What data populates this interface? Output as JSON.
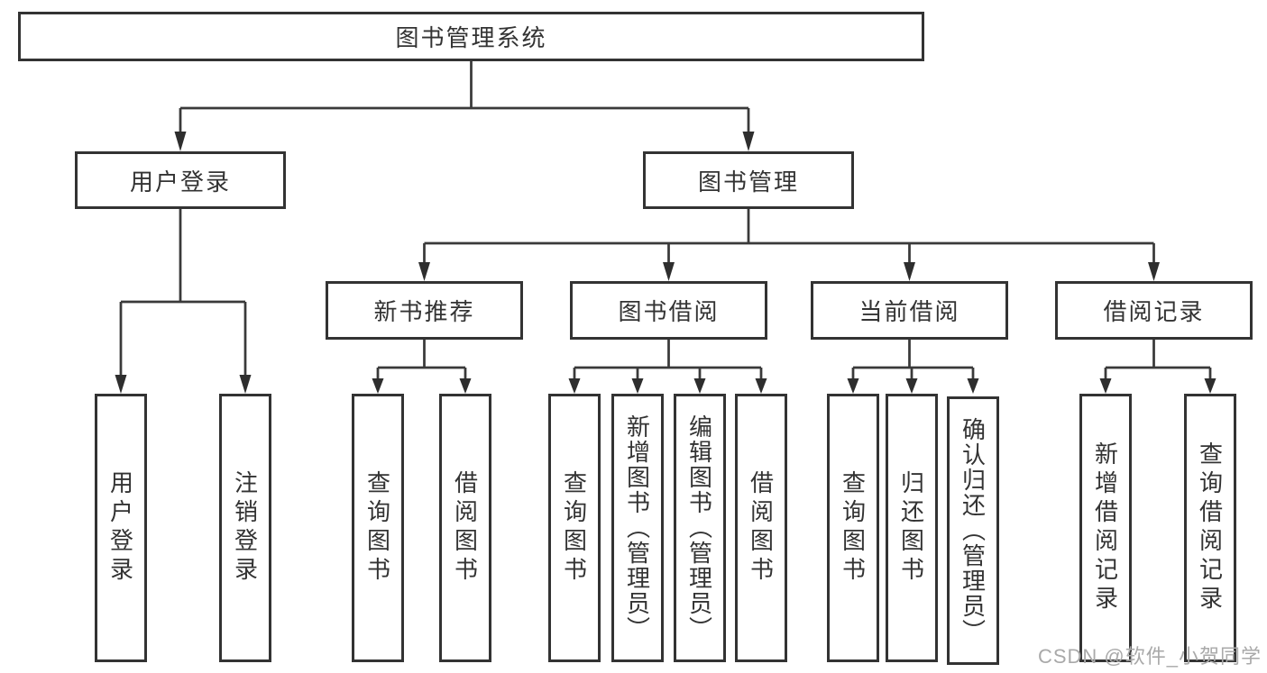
{
  "diagram": {
    "root": {
      "label": "图书管理系统"
    },
    "level2": [
      {
        "label": "用户登录"
      },
      {
        "label": "图书管理"
      }
    ],
    "level3": [
      {
        "label": "新书推荐"
      },
      {
        "label": "图书借阅"
      },
      {
        "label": "当前借阅"
      },
      {
        "label": "借阅记录"
      }
    ],
    "leaves": {
      "user_login": "用户登录",
      "logout": "注销登录",
      "rec_query_book": "查询图书",
      "rec_borrow_book": "借阅图书",
      "bb_query_book": "查询图书",
      "bb_add_book": "新增图书（管理员）",
      "bb_edit_book": "编辑图书（管理员）",
      "bb_borrow_book": "借阅图书",
      "cb_query_book": "查询图书",
      "cb_return_book": "归还图书",
      "cb_confirm_return": "确认归还（管理员）",
      "br_add_record": "新增借阅记录",
      "br_query_record": "查询借阅记录"
    }
  },
  "watermark": {
    "text": "CSDN @软件_小贺同学"
  },
  "colors": {
    "line": "#3a3a3a",
    "border": "#333333",
    "text": "#333333",
    "watermark": "#a9a9a9",
    "background": "#ffffff"
  }
}
